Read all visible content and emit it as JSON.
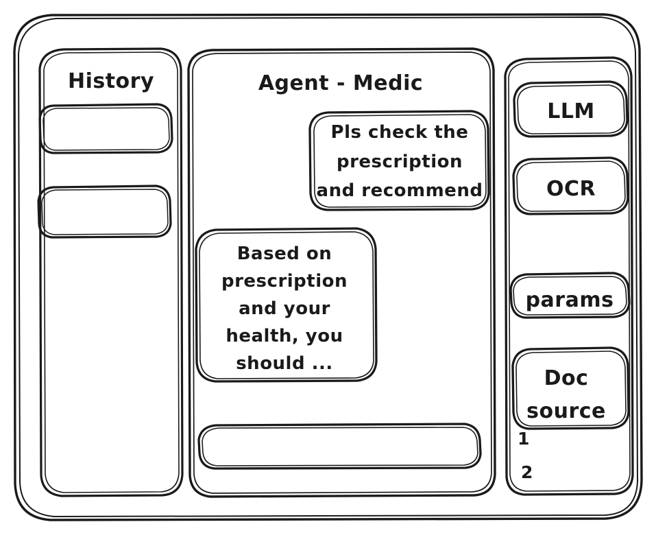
{
  "diagram": {
    "style": "hand-drawn-wireframe",
    "stroke_color": "#1a1a1a",
    "background_color": "#ffffff"
  },
  "window": {
    "name": "app-window-frame"
  },
  "history_panel": {
    "title": "History",
    "items": [
      {
        "label": "",
        "name": "history-item-1"
      },
      {
        "label": "",
        "name": "history-item-2"
      }
    ]
  },
  "main_panel": {
    "title": "Agent - Medic",
    "messages": [
      {
        "role": "user",
        "align": "right",
        "lines": [
          "Pls check the",
          "prescription",
          "and recommend"
        ]
      },
      {
        "role": "assistant",
        "align": "left",
        "lines": [
          "Based on",
          "prescription",
          "and your",
          "health, you",
          "should ..."
        ]
      }
    ],
    "composer": {
      "value": "",
      "placeholder": ""
    }
  },
  "tools_panel": {
    "items": [
      {
        "label": "LLM",
        "name": "tool-llm"
      },
      {
        "label": "OCR",
        "name": "tool-ocr"
      },
      {
        "label": "params",
        "name": "tool-params"
      },
      {
        "label": "Doc source",
        "name": "tool-doc-source",
        "lines": [
          "Doc",
          "source"
        ]
      }
    ],
    "doc_source_list": [
      "1",
      "2"
    ]
  }
}
